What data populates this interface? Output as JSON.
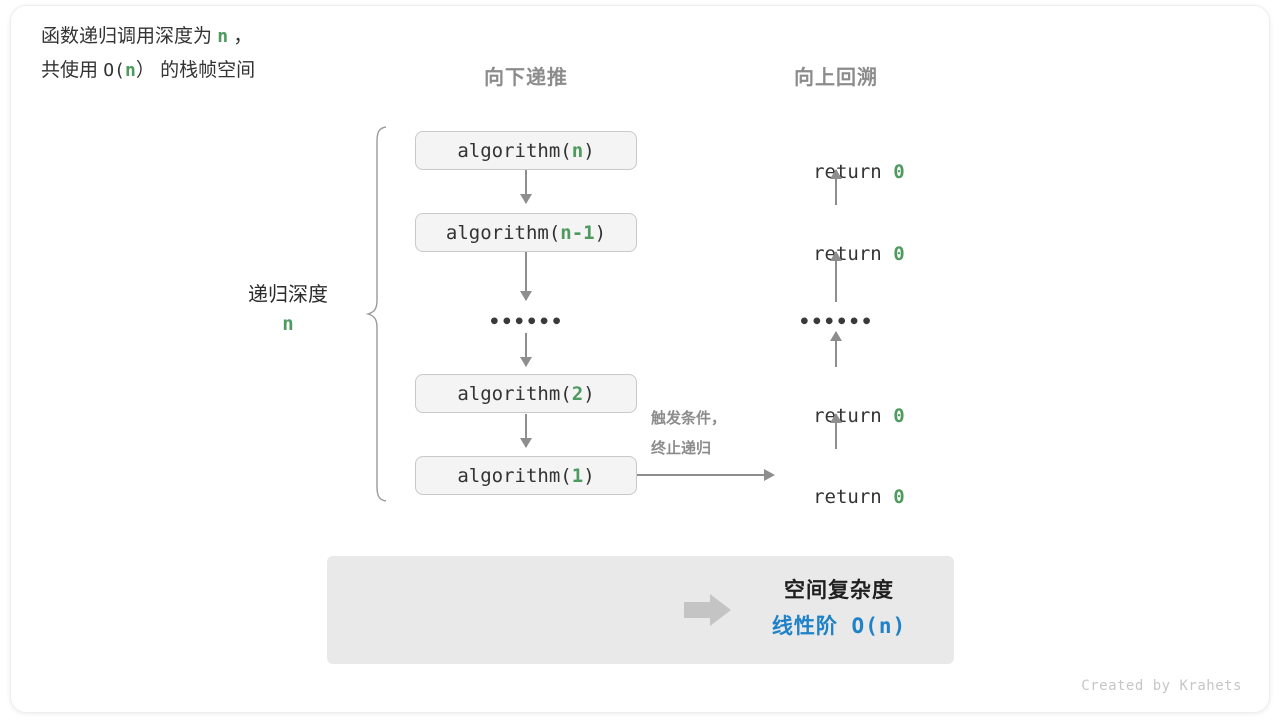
{
  "diagram": {
    "headers": {
      "down": "向下递推",
      "up": "向上回溯"
    },
    "depth": {
      "title": "递归深度",
      "value": "n"
    },
    "calls": [
      {
        "prefix": "algorithm(",
        "arg": "n",
        "suffix": ")"
      },
      {
        "prefix": "algorithm(",
        "arg": "n-1",
        "suffix": ")"
      },
      {
        "prefix": "algorithm(",
        "arg": "2",
        "suffix": ")"
      },
      {
        "prefix": "algorithm(",
        "arg": "1",
        "suffix": ")"
      }
    ],
    "ellipsis": "••••••",
    "returns": [
      {
        "keyword": "return ",
        "value": "0"
      },
      {
        "keyword": "return ",
        "value": "0"
      },
      {
        "keyword": "return ",
        "value": "0"
      },
      {
        "keyword": "return ",
        "value": "0"
      }
    ],
    "trigger_note": "触发条件，\n终止递归",
    "summary": {
      "line1_a": "函数递归调用深度为 ",
      "line1_n": "n",
      "line1_b": " ，",
      "line2_a": "共使用 ",
      "line2_o": "O(",
      "line2_n": "n",
      "line2_c": "）",
      "line2_b": " 的栈帧空间",
      "conclusion_title": "空间复杂度",
      "conclusion_label": "线性阶",
      "conclusion_value": "O(n)"
    },
    "credit": "Created by Krahets",
    "colors": {
      "accent_green": "#4e9a5f",
      "accent_blue": "#1f82c8",
      "arrow_gray": "#8e8e8e",
      "header_gray": "#8c8c8c",
      "panel_gray": "#e9e9e9",
      "box_fill": "#f4f4f4"
    }
  }
}
